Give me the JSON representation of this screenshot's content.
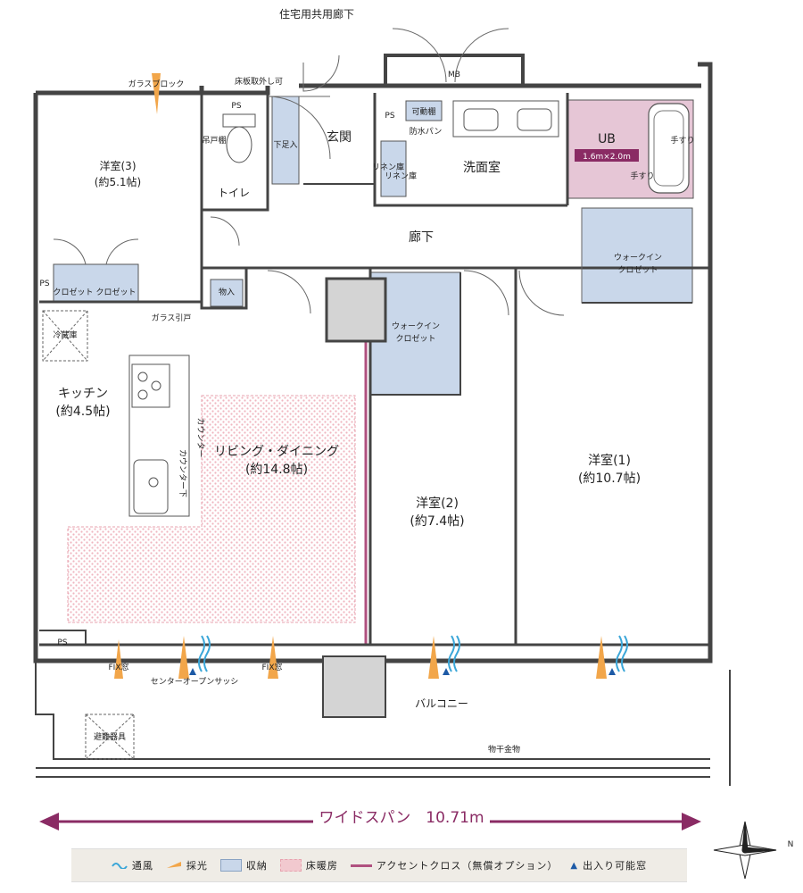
{
  "labels": {
    "corridor_top": "住宅用共用廊下",
    "mb": "MB",
    "glass_block": "ガラスブロック",
    "floor_panel": "床板取外し可",
    "ps": "PS",
    "room3_name": "洋室(3)",
    "room3_size": "(約5.1帖)",
    "toilet": "トイレ",
    "hanging_shelf": "吊戸棚",
    "shoe_storage": "下足入",
    "entrance": "玄関",
    "movable_shelf": "可動棚",
    "waterproof_pan": "防水パン",
    "linen1": "リネン庫",
    "linen2": "リネン庫",
    "washroom": "洗面室",
    "ub": "UB",
    "ub_size": "1.6m×2.0m",
    "handrail": "手すり",
    "hallway": "廊下",
    "closet": "クロゼット",
    "storage": "物入",
    "glass_sliding": "ガラス引戸",
    "fridge": "冷蔵庫",
    "wic1": "ウォークイン",
    "wic2": "クロゼット",
    "kitchen_name": "キッチン",
    "kitchen_size": "(約4.5帖)",
    "counter": "カウンター",
    "counter_under": "カウンター下",
    "living_name": "リビング・ダイニング",
    "living_size": "(約14.8帖)",
    "room2_name": "洋室(2)",
    "room2_size": "(約7.4帖)",
    "room1_name": "洋室(1)",
    "room1_size": "(約10.7帖)",
    "fix_window": "FIX窓",
    "center_sash": "センターオープンサッシ",
    "balcony": "バルコニー",
    "evac": "避難器具",
    "drying_hardware": "物干金物",
    "wide_span": "ワイドスパン　10.71m",
    "north": "N"
  },
  "legend": [
    {
      "label": "通風",
      "icon": "wave-icon"
    },
    {
      "label": "採光",
      "icon": "light-cone-icon"
    },
    {
      "label": "収納",
      "icon": "storage-swatch"
    },
    {
      "label": "床暖房",
      "icon": "floor-heating-swatch"
    },
    {
      "label": "アクセントクロス（無償オプション）",
      "icon": "accent-line-icon"
    },
    {
      "label": "出入り可能窓",
      "icon": "triangle-icon"
    }
  ],
  "colors": {
    "wall": "#444444",
    "storage": "#c9d7ea",
    "bath": "#e6c6d6",
    "floor_heating": "#f2c9cf",
    "accent": "#b0517f",
    "light": "#f2a64a",
    "wind": "#3aa6d8",
    "window_mark": "#1d5aa6",
    "span_arrow": "#8a2b64"
  }
}
